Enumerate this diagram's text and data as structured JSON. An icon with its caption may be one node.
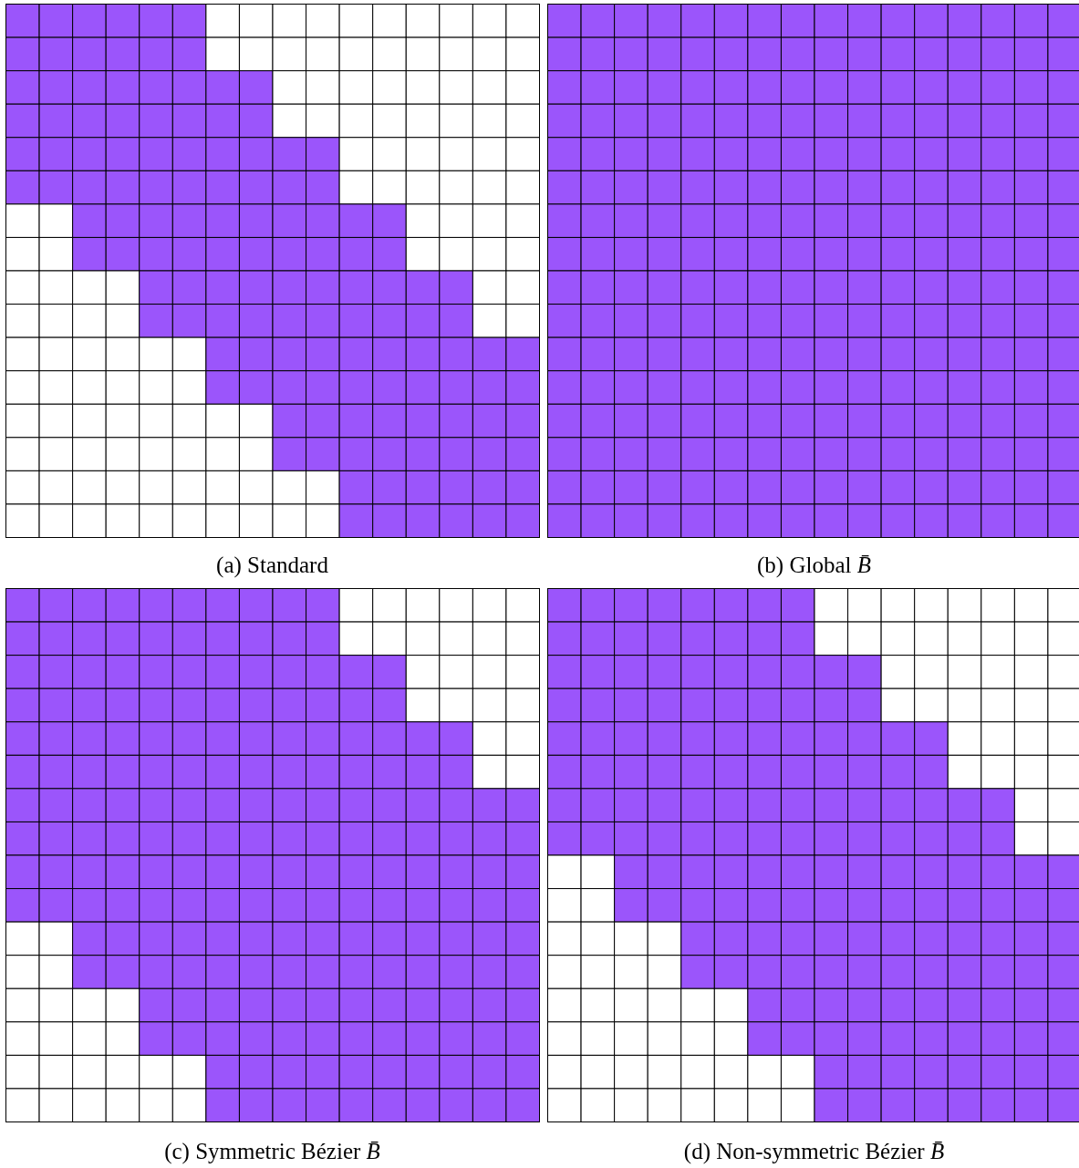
{
  "diagram": {
    "labels": [
      "(a) Standard",
      "(b) Global *B̄*",
      "(c) Symmetric Bézier *B̄*",
      "(d) Non-symmetric Bézier *B̄*"
    ]
  }
}
